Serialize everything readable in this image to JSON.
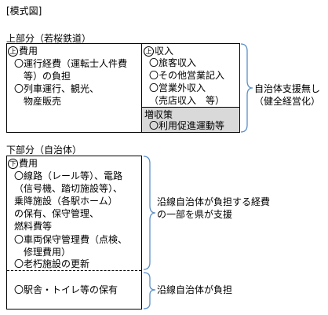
{
  "title": "[模式図]",
  "upper": {
    "label": "上部分（若桜鉄道）",
    "costs": {
      "mark": "上",
      "heading": "費用",
      "items": [
        [
          "〇運行経費（運転士人件費",
          "　等）の負担"
        ],
        [
          "〇列車運行、観光、",
          "　物産販売"
        ]
      ]
    },
    "revenue": {
      "mark": "上",
      "heading": "収入",
      "items": [
        [
          "〇旅客収入"
        ],
        [
          "〇その他営業記入"
        ],
        [
          "〇営業外収入",
          "（売店収入　等）"
        ]
      ]
    },
    "measures": {
      "heading": "増収策",
      "items": [
        [
          "〇利用促進運動等"
        ]
      ]
    },
    "note": [
      "自治体支援無し",
      "（健全経営化）"
    ]
  },
  "lower": {
    "label": "下部分（自治体）",
    "costs": {
      "mark": "下",
      "heading": "費用",
      "items": [
        [
          "〇線路（レール等）、電路",
          "（信号機、踏切施設等）、",
          "乗降施設（各駅ホーム）",
          "の保有、保守管理、",
          "燃料費等"
        ],
        [
          "〇車両保守管理費（点検、",
          "修理費用）"
        ],
        [
          "〇老朽施設の更新"
        ]
      ]
    },
    "other": {
      "items": [
        [
          "〇駅舎・トイレ等の保有"
        ]
      ]
    },
    "note_top": [
      "沿線自治体が負担する経費",
      "の一部を県が支援"
    ],
    "note_bottom": [
      "沿線自治体が負担"
    ]
  }
}
